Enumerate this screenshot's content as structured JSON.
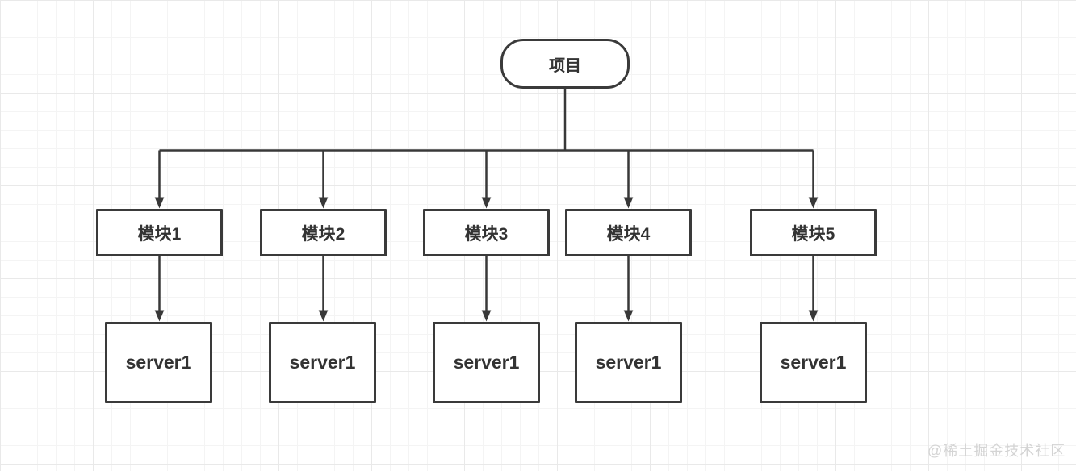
{
  "diagram": {
    "root": {
      "label": "项目"
    },
    "modules": [
      {
        "label": "模块1"
      },
      {
        "label": "模块2"
      },
      {
        "label": "模块3"
      },
      {
        "label": "模块4"
      },
      {
        "label": "模块5"
      }
    ],
    "servers": [
      {
        "label": "server1"
      },
      {
        "label": "server1"
      },
      {
        "label": "server1"
      },
      {
        "label": "server1"
      },
      {
        "label": "server1"
      }
    ]
  },
  "watermark": {
    "text": "@稀土掘金技术社区"
  },
  "colors": {
    "line": "#383838",
    "node_border": "#3a3a3a",
    "node_fill": "#ffffff",
    "text": "#333333",
    "watermark": "#d4d4d4",
    "grid_minor": "#f4f4f4",
    "grid_major": "#e9e9e9"
  }
}
